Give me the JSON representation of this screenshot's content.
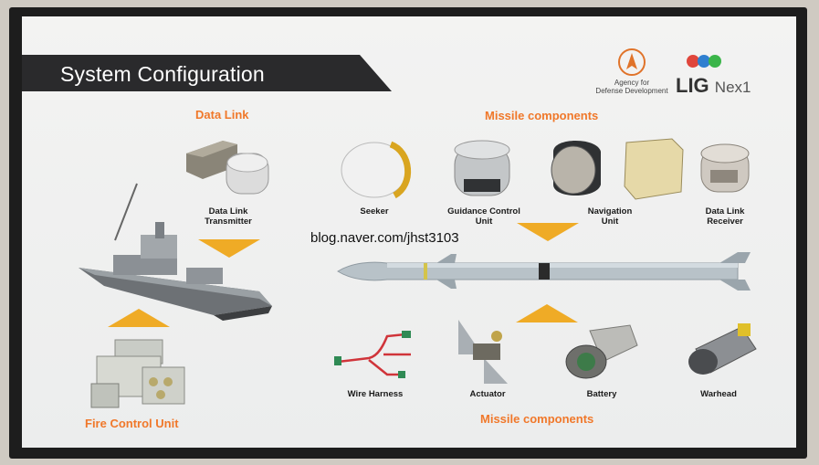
{
  "header": {
    "title": "System Configuration"
  },
  "logos": {
    "add_name": "Agency for Defense Development",
    "add_line1": "Agency for",
    "add_line2": "Defense Development",
    "lig_main": "LIG",
    "lig_sub": "Nex1"
  },
  "sections": {
    "data_link": "Data Link",
    "missile_top": "Missile components",
    "missile_bottom": "Missile components",
    "fire_control": "Fire Control Unit"
  },
  "components": {
    "data_link_transmitter": [
      "Data Link",
      "Transmitter"
    ],
    "seeker": "Seeker",
    "guidance_control_unit": [
      "Guidance Control",
      "Unit"
    ],
    "navigation_unit": [
      "Navigation",
      "Unit"
    ],
    "data_link_receiver": [
      "Data Link",
      "Receiver"
    ],
    "wire_harness": "Wire Harness",
    "actuator": "Actuator",
    "battery": "Battery",
    "warhead": "Warhead"
  },
  "watermark": "blog.naver.com/jhst3103",
  "colors": {
    "accent": "#f0782a",
    "arrow": "#efab26",
    "banner": "#2a2a2c"
  }
}
